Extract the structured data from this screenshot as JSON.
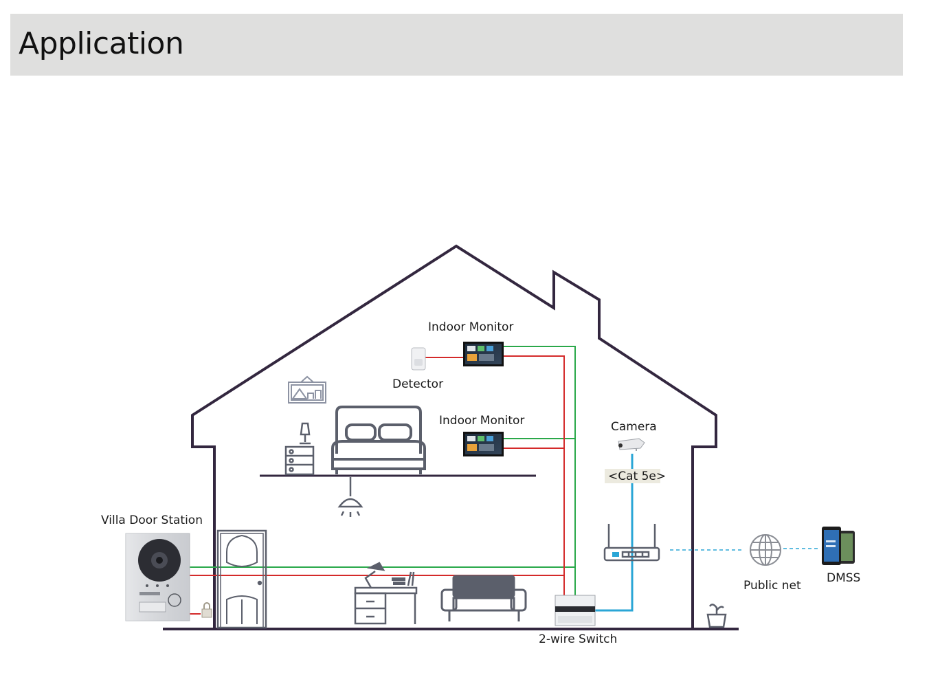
{
  "header": {
    "title": "Application"
  },
  "labels": {
    "villa_door_station": "Villa Door Station",
    "detector": "Detector",
    "indoor_monitor_upper": "Indoor Monitor",
    "indoor_monitor_lower": "Indoor Monitor",
    "camera": "Camera",
    "cable": "<Cat 5e>",
    "switch": "2-wire Switch",
    "public_net": "Public net",
    "dmss": "DMSS"
  },
  "colors": {
    "house_outline": "#33273f",
    "wire_green": "#2aa84a",
    "wire_red": "#d42a2a",
    "network_blue": "#2aa6d6",
    "icon_gray": "#5b5f6b"
  }
}
